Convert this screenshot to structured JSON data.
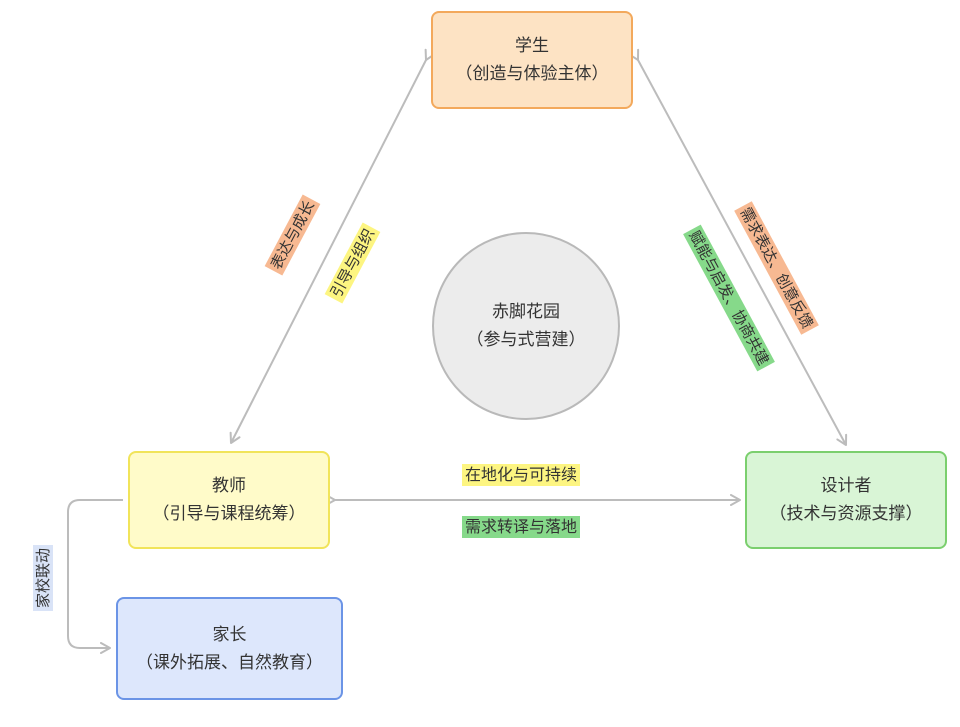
{
  "colors": {
    "student_fill": "#fde3c4",
    "student_border": "#f3a95c",
    "teacher_fill": "#fffbc9",
    "teacher_border": "#f1e45a",
    "designer_fill": "#d9f5d6",
    "designer_border": "#7bcf6e",
    "parent_fill": "#dde7fc",
    "parent_border": "#6b94e6",
    "center_fill": "#ececec",
    "center_border": "#b9b9b9",
    "line": "#bcbcbc",
    "tag_orange": "#f7b992",
    "tag_yellow": "#fdf581",
    "tag_green": "#86d98a",
    "tag_blue": "#d9e3f7"
  },
  "nodes": {
    "student": {
      "title": "学生",
      "subtitle": "（创造与体验主体）"
    },
    "teacher": {
      "title": "教师",
      "subtitle": "（引导与课程统筹）"
    },
    "designer": {
      "title": "设计者",
      "subtitle": "（技术与资源支撑）"
    },
    "parent": {
      "title": "家长",
      "subtitle": "（课外拓展、自然教育）"
    },
    "center": {
      "title": "赤脚花园",
      "subtitle": "（参与式营建）"
    }
  },
  "edges": {
    "student_teacher_up": "表达与成长",
    "student_teacher_down": "引导与组织",
    "designer_student_up": "需求表达、创意反馈",
    "designer_student_down": "赋能与启发、协商共建",
    "teacher_designer_top": "在地化与可持续",
    "teacher_designer_bottom": "需求转译与落地",
    "teacher_parent": "家校联动"
  }
}
